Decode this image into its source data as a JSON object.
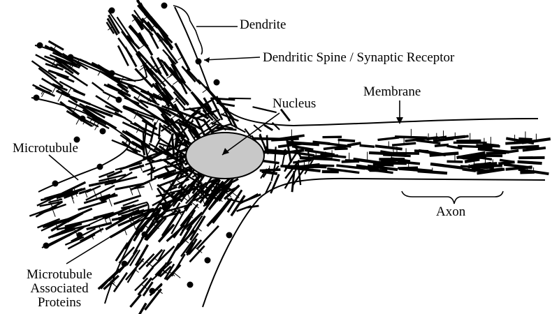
{
  "diagram": {
    "labels": {
      "dendrite": "Dendrite",
      "spine": "Dendritic Spine / Synaptic Receptor",
      "nucleus": "Nucleus",
      "membrane": "Membrane",
      "microtubule": "Microtubule",
      "map_line1": "Microtubule",
      "map_line2": "Associated",
      "map_line3": "Proteins",
      "axon": "Axon"
    },
    "colors": {
      "ink": "#000000",
      "nucleus_fill": "#c8c8c8",
      "background": "#ffffff"
    }
  }
}
